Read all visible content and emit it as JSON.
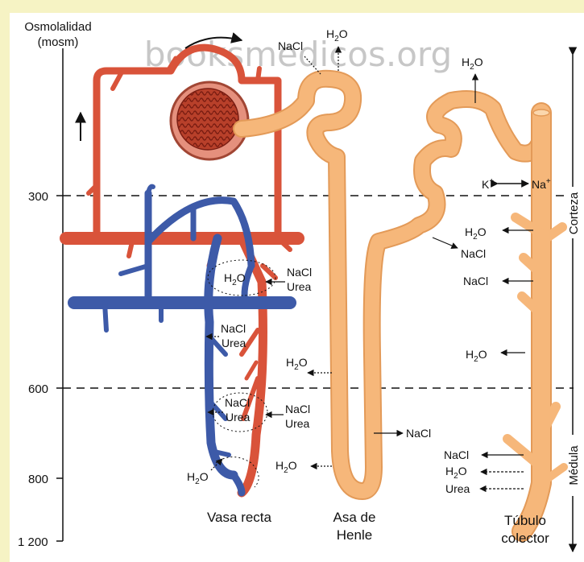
{
  "axis": {
    "title_line1": "Osmolalidad",
    "title_line2": "(mosm)",
    "ticks": [
      "300",
      "600",
      "800",
      "1 200"
    ]
  },
  "watermark": "booksmedicos.org",
  "regions": {
    "cortex": "Corteza",
    "medulla": "Médula"
  },
  "structures": {
    "vasa_recta": "Vasa recta",
    "henle_line1": "Asa de",
    "henle_line2": "Henle",
    "collector_line1": "Túbulo",
    "collector_line2": "colector"
  },
  "labels": {
    "h2o": "H",
    "h2o_sub": "2",
    "h2o_end": "O",
    "nacl": "NaCl",
    "urea": "Urea",
    "k": "K",
    "na": "Na",
    "plus": "+"
  },
  "colors": {
    "artery": "#d9533a",
    "vein": "#3d5aa8",
    "tubule": "#f6b77a",
    "tubule_edge": "#e39a58",
    "frame": "#f6f3c4"
  }
}
